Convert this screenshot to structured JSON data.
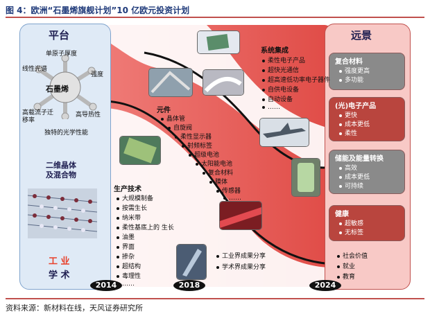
{
  "title": "图 4：欧洲“石墨烯旗舰计划”10 亿欧元投资计划",
  "source": "资料来源：新材料在线，天风证券研究所",
  "left_panel": {
    "header": "平台",
    "hub": "石墨烯",
    "properties": [
      "单原子厚度",
      "强度",
      "高导热性",
      "独特的光学性能",
      "高载流子迁移率",
      "线性光谱"
    ],
    "section2": "二维晶体\n及混合物",
    "industry": "工 业",
    "academia": "学 术"
  },
  "right_panel": {
    "header": "远景",
    "boxes": [
      {
        "title": "复合材料",
        "items": [
          "强度更高",
          "多功能"
        ],
        "color": "#8a8a8a"
      },
      {
        "title": "(光)电子产品",
        "items": [
          "更快",
          "成本更低",
          "柔性"
        ],
        "color": "#b9453e"
      },
      {
        "title": "储能及能量转换",
        "items": [
          "高效",
          "成本更低",
          "可持续"
        ],
        "color": "#8a8a8a"
      },
      {
        "title": "健康",
        "items": [
          "超敏感",
          "无标签"
        ],
        "color": "#b9453e"
      }
    ],
    "bottom_items": [
      "社会价值",
      "就业",
      "教育"
    ]
  },
  "system_integration": {
    "title": "系统集成",
    "items": [
      "柔性电子产品",
      "超快光通信",
      "超高速低功率电子器件",
      "自供电设备",
      "自动设备",
      "……"
    ]
  },
  "components": {
    "title": "元件",
    "items": [
      "晶体管",
      "自旋阀",
      "柔性显示器",
      "射频标签",
      "超级电池",
      "太阳能电池",
      "复合材料",
      "膜体",
      "传感器",
      "……"
    ]
  },
  "production": {
    "title": "生产技术",
    "items": [
      "大规模制备",
      "按需生长",
      "纳米带",
      "柔性基底上的 生长",
      "油墨",
      "界面",
      "掺杂",
      "超结构",
      "毒理性",
      "……"
    ]
  },
  "sharing_items": [
    "工业界成果分享",
    "学术界成果分享"
  ],
  "years": [
    "2014",
    "2018",
    "2024"
  ],
  "colors": {
    "band": "#e35a55",
    "left_panel": "#dfeaf6",
    "right_panel": "#f8c9c6",
    "accent": "#c0504d"
  }
}
